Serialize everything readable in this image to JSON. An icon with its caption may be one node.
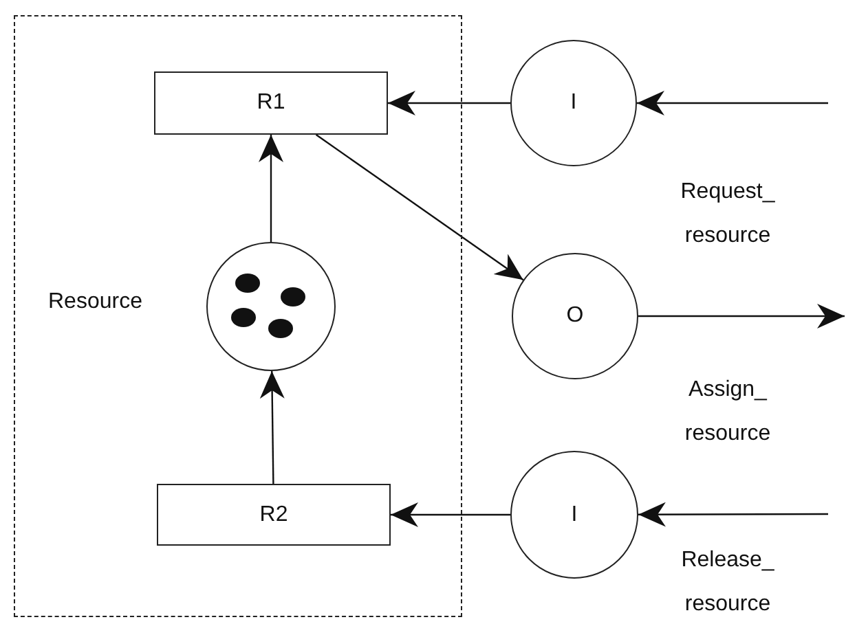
{
  "diagram": {
    "nodes": [
      {
        "text": [],
        "shape": "box"
      },
      {
        "text": [
          "R1"
        ],
        "in": 0
      },
      {
        "text": [],
        "shape": "circle",
        "in": 0,
        "beside": [
          "Resource"
        ]
      },
      {
        "text": [
          "R2"
        ],
        "in": 0
      },
      {
        "text": [
          "I"
        ]
      },
      {
        "text": [
          "O"
        ]
      },
      {
        "text": [
          "I"
        ]
      }
    ],
    "edges": [
      {
        "from": null,
        "to": 4,
        "arrow": "to"
      },
      {
        "from": 4,
        "to": 1,
        "arrow": "to"
      },
      {
        "from": 1,
        "to": 5,
        "arrow": "to"
      },
      {
        "from": 5,
        "to": null,
        "arrow": "to"
      },
      {
        "from": null,
        "to": 6,
        "arrow": "to"
      },
      {
        "from": 6,
        "to": 3,
        "arrow": "to"
      },
      {
        "from": 2,
        "to": 1,
        "arrow": "to"
      },
      {
        "from": 3,
        "to": 2,
        "arrow": "to"
      }
    ],
    "labels": [
      "Request_ resource",
      "Assign_ resource",
      "Release_ resource"
    ]
  }
}
